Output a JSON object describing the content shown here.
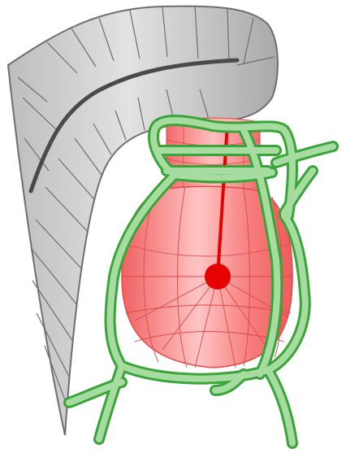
{
  "diagram": {
    "type": "illustration",
    "parts": [
      "curved-grey-support-arm",
      "dark-spine-line",
      "pink-cylindrical-neck",
      "pink-rounded-bulb",
      "red-center-rod",
      "red-center-dot",
      "green-vine-cage"
    ]
  },
  "colors": {
    "arm_fill": "#c8c8c8",
    "arm_stroke": "#6e6e6e",
    "spine": "#4a4a4a",
    "bulb_fill": "#f46a6a",
    "bulb_light": "#ffb0b0",
    "rod": "#e60000",
    "vine_fill": "#8fd48a",
    "vine_stroke": "#3aa43a"
  }
}
